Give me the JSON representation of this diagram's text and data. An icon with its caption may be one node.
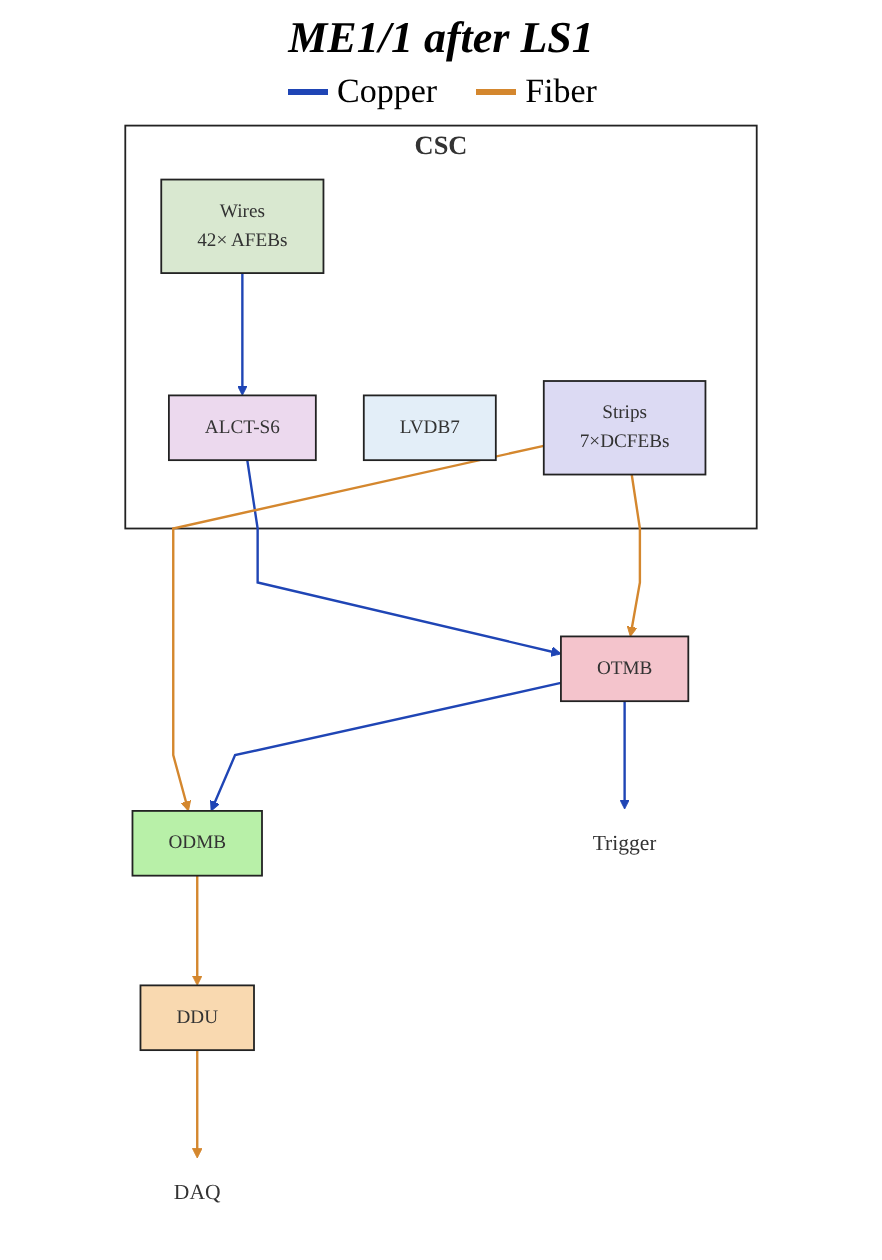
{
  "diagram": {
    "title": "ME1/1 after LS1",
    "nodes": [
      {
        "text": [
          "CSC"
        ]
      },
      {
        "text": [
          "Wires",
          "42× AFEBs"
        ],
        "in": 0
      },
      {
        "text": [
          "LVDB7"
        ],
        "in": 0
      },
      {
        "text": [
          "ALCT-S6"
        ],
        "in": 0
      },
      {
        "text": [
          "Strips",
          "7×DCFEBs"
        ],
        "in": 0
      },
      {
        "text": [
          "OTMB"
        ]
      },
      {
        "text": [
          "ODMB"
        ]
      },
      {
        "text": [
          "DDU"
        ]
      },
      {
        "text": [
          "Trigger"
        ]
      },
      {
        "text": [
          "DAQ"
        ]
      }
    ],
    "edges": [
      {
        "from": 1,
        "to": 3,
        "arrow": "to",
        "color": "#1f45b5"
      },
      {
        "from": 3,
        "to": 5,
        "arrow": "to",
        "color": "#1f45b5"
      },
      {
        "from": 4,
        "to": 5,
        "arrow": "to",
        "color": "#d4872e"
      },
      {
        "from": 4,
        "to": 6,
        "arrow": "to",
        "color": "#d4872e"
      },
      {
        "from": 5,
        "to": 6,
        "arrow": "to",
        "color": "#1f45b5"
      },
      {
        "from": 6,
        "to": 7,
        "arrow": "to",
        "color": "#d4872e"
      },
      {
        "from": 5,
        "to": 8,
        "arrow": "to",
        "color": "#1f45b5"
      },
      {
        "from": 7,
        "to": 9,
        "arrow": "to",
        "color": "#d4872e"
      }
    ],
    "legend": [
      {
        "text": "Copper"
      },
      {
        "text": "Fiber"
      }
    ]
  }
}
